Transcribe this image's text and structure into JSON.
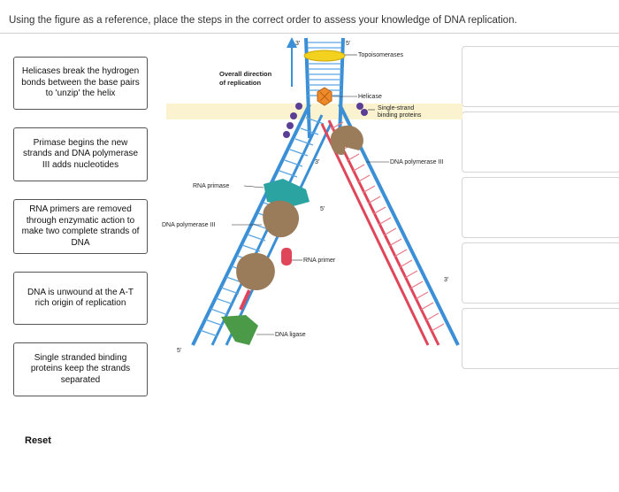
{
  "instruction": "Using the figure as a reference, place the steps in the correct order to assess your knowledge of DNA replication.",
  "cards": [
    {
      "text": "Helicases break the hydrogen bonds between the base pairs to 'unzip' the helix"
    },
    {
      "text": "Primase begins the new strands and DNA polymerase III adds nucleotides"
    },
    {
      "text": "RNA primers are removed through enzymatic action to make two complete strands of DNA"
    },
    {
      "text": "DNA is unwound at the A-T rich origin of replication"
    },
    {
      "text": "Single stranded binding proteins keep the strands separated"
    }
  ],
  "slots_count": 5,
  "reset_label": "Reset",
  "diagram": {
    "overall_direction": [
      "Overall direction",
      "of replication"
    ],
    "end_3_top": "3'",
    "end_5_top": "5'",
    "topoisomerases": "Topoisomerases",
    "helicase": "Helicase",
    "ssb": [
      "Single-strand",
      "binding proteins"
    ],
    "dna_pol_right": "DNA polymerase III",
    "end_3_mid": "3'",
    "rna_primase": "RNA primase",
    "end_5_mid": "5'",
    "dna_pol_left": "DNA polymerase III",
    "rna_primer": "RNA primer",
    "end_3_right": "3'",
    "dna_ligase": "DNA ligase",
    "end_5_bottom": "5'"
  },
  "colors": {
    "strand_blue": "#3a8fd6",
    "strand_red": "#e0465a",
    "ssb_purple": "#5b3f96",
    "enzyme_brown": "#9a7b5a",
    "primase_teal": "#2aa3a1",
    "ligase_green": "#4a9a48",
    "topo_yellow": "#f2d11f",
    "helicase_orange": "#ef8a2a",
    "highlight_band": "#fbf3cf"
  }
}
